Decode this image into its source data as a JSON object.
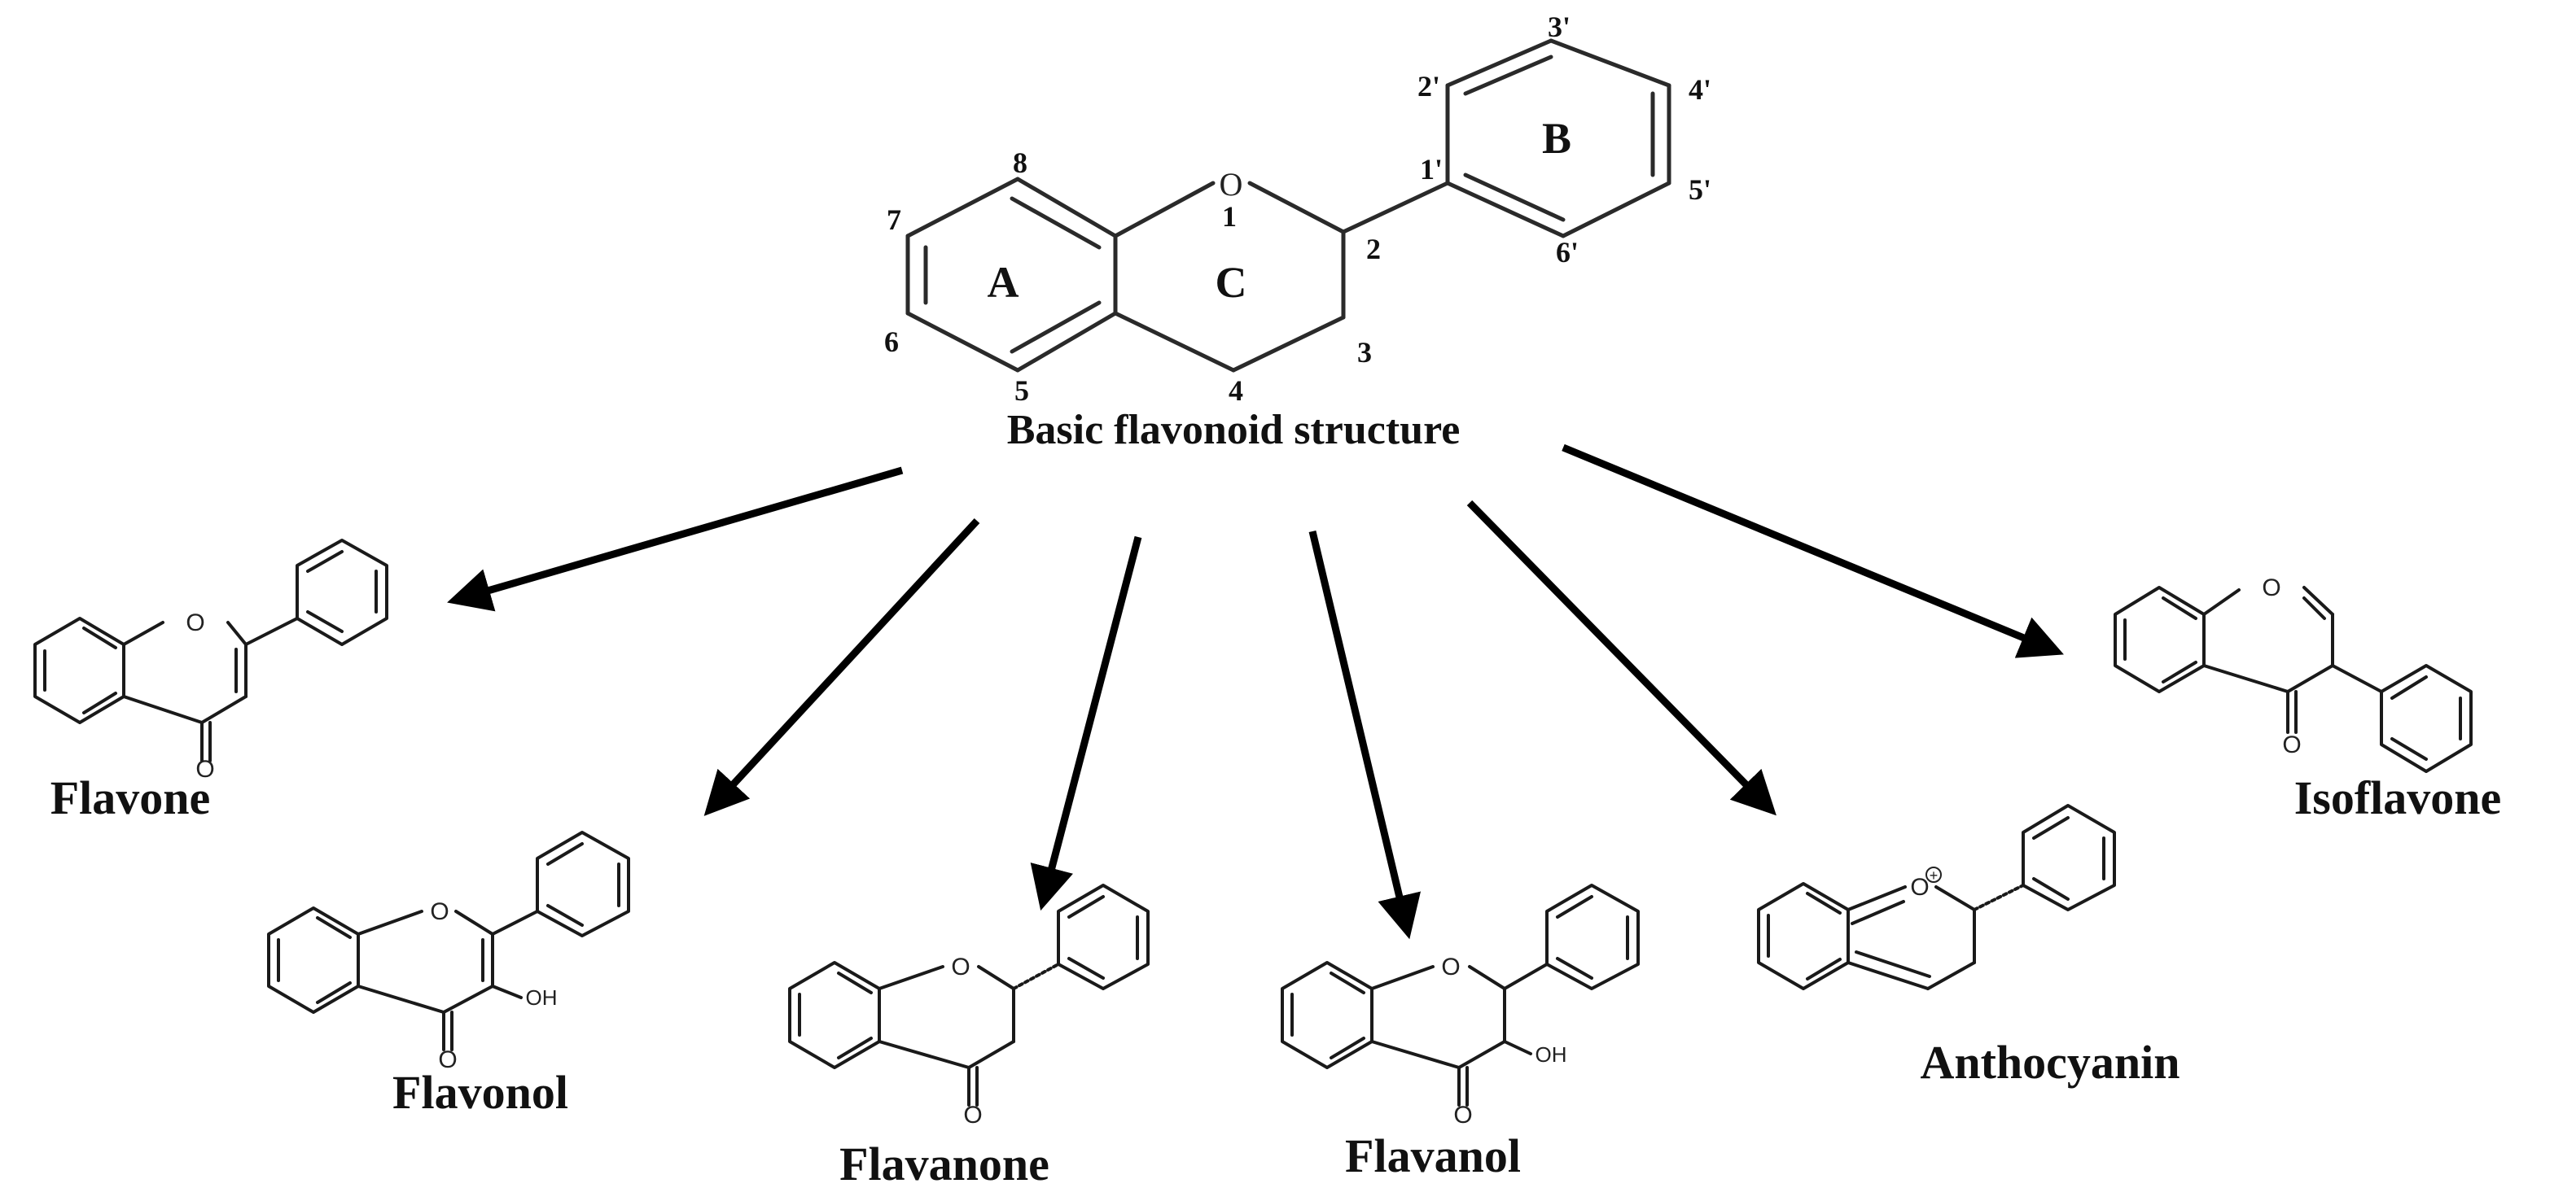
{
  "basic": {
    "title": "Basic flavonoid structure",
    "ring_labels": [
      "A",
      "B",
      "C"
    ],
    "oxygen": "O",
    "positions": [
      "1",
      "2",
      "3",
      "4",
      "5",
      "6",
      "7",
      "8",
      "1'",
      "2'",
      "3'",
      "4'",
      "5'",
      "6'"
    ]
  },
  "classes": [
    {
      "name": "Flavone"
    },
    {
      "name": "Flavonol",
      "substituent": "OH"
    },
    {
      "name": "Flavanone"
    },
    {
      "name": "Flavanol",
      "substituent": "OH"
    },
    {
      "name": "Anthocyanin",
      "charge": "+"
    },
    {
      "name": "Isoflavone"
    }
  ],
  "atoms": {
    "oxygen": "O",
    "hydroxyl": "OH"
  }
}
